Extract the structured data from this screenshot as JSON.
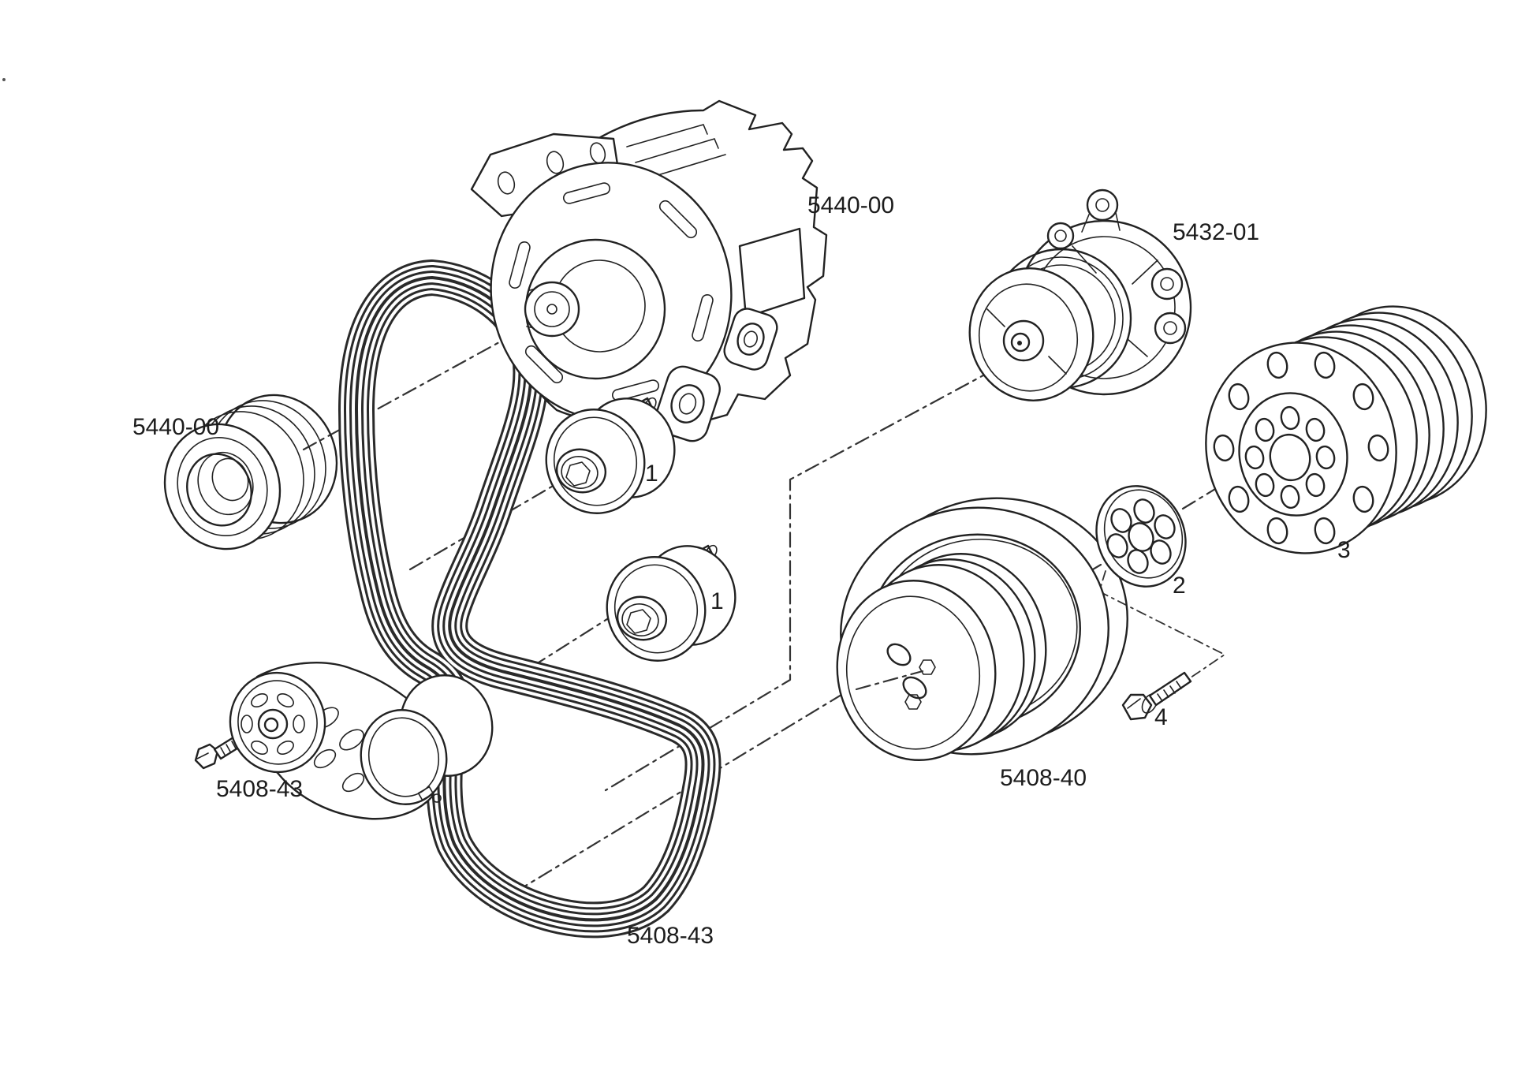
{
  "diagram": {
    "background_color": "#ffffff",
    "line_color": "#222222",
    "construction_line_color": "#333333",
    "label_color": "#1c1c1c",
    "labels": {
      "alternator_part_no": "5440-00",
      "water_pump_part_no": "5432-01",
      "alternator_pulley_part_no": "5440-00",
      "idler_upper_ref": "1",
      "idler_lower_ref": "1",
      "tensioner_part_no": "5408-43",
      "belt_part_no": "5408-43",
      "crank_damper_part_no": "5408-40",
      "spacer_ref": "2",
      "crank_pulley_ref": "3",
      "bolt_ref": "4"
    }
  }
}
